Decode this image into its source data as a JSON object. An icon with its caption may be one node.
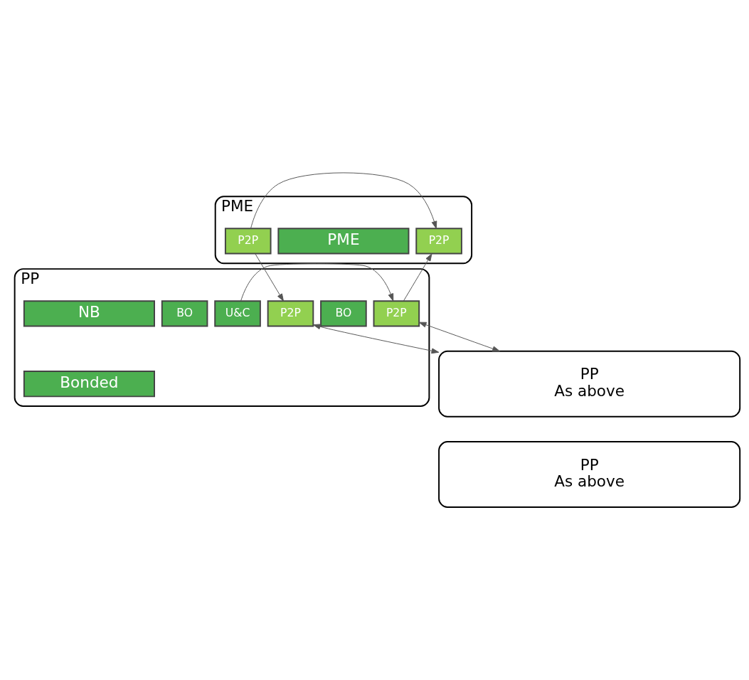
{
  "diagram": {
    "nodes": [
      {
        "text": [
          "PME"
        ]
      },
      {
        "text": [
          "P2P"
        ],
        "in": 0
      },
      {
        "text": [
          "PME"
        ],
        "in": 0
      },
      {
        "text": [
          "P2P"
        ],
        "in": 0
      },
      {
        "text": [
          "PP"
        ]
      },
      {
        "text": [
          "P2P"
        ],
        "in": 4
      },
      {
        "text": [
          "BO"
        ],
        "in": 4
      },
      {
        "text": [
          "NB"
        ],
        "in": 4
      },
      {
        "text": [
          "Bonded"
        ],
        "in": 4
      },
      {
        "text": [
          "P2P"
        ],
        "in": 4
      },
      {
        "text": [
          "BO"
        ],
        "in": 4
      },
      {
        "text": [
          "U&C"
        ],
        "in": 4
      },
      {
        "text": [
          "PP",
          "As above"
        ]
      },
      {
        "text": [
          "PP",
          "As above"
        ]
      }
    ],
    "edges": [
      {
        "from": 3,
        "to": 1,
        "arrow": "to"
      },
      {
        "from": 5,
        "to": 1,
        "arrow": "to"
      },
      {
        "from": 3,
        "to": 9,
        "arrow": "to"
      },
      {
        "from": 11,
        "to": 5,
        "arrow": "to"
      },
      {
        "from": 5,
        "to": 12,
        "arrow": "both"
      },
      {
        "from": 9,
        "to": 12,
        "arrow": "both"
      }
    ]
  }
}
